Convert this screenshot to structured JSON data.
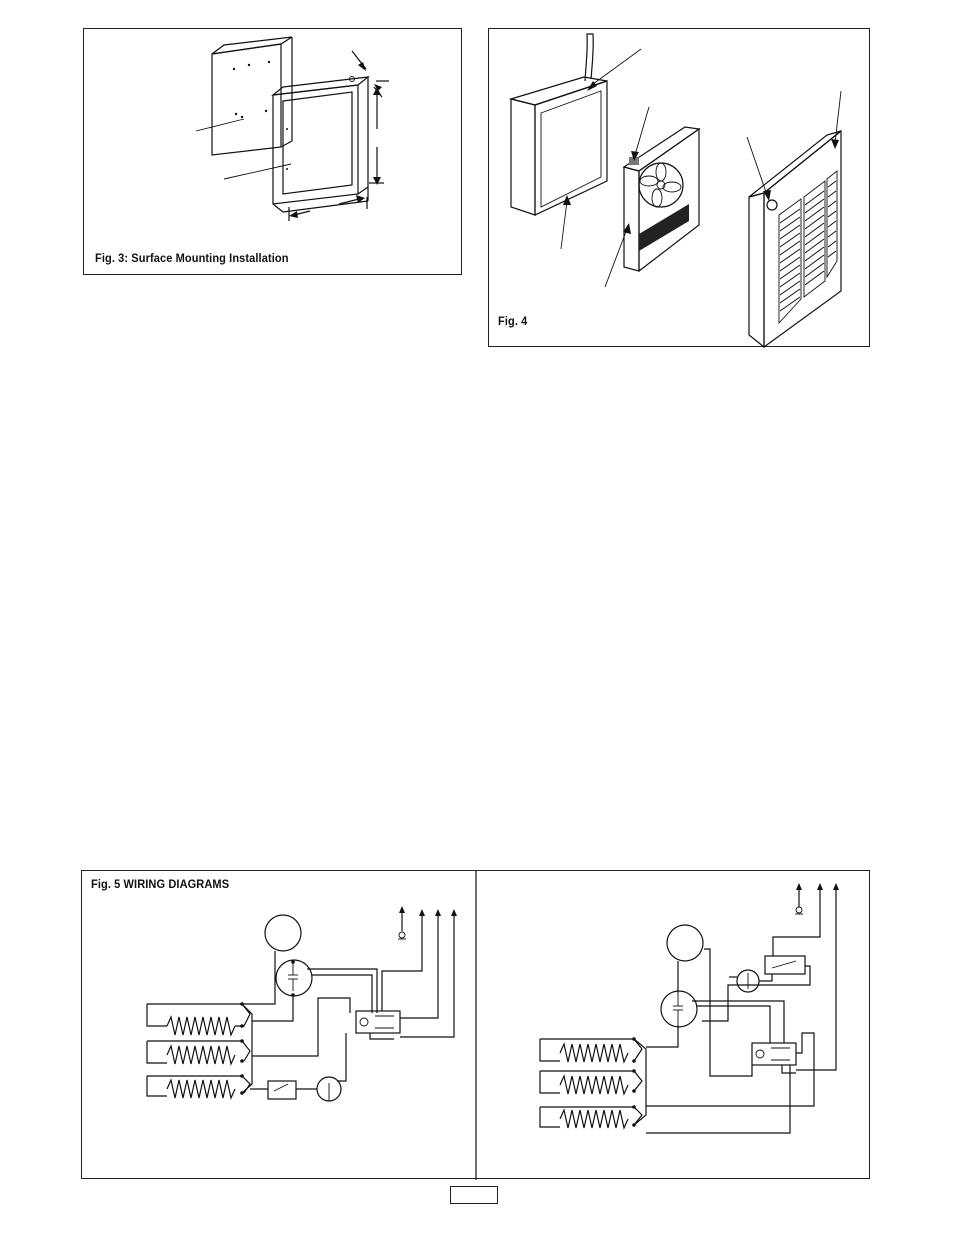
{
  "fig3": {
    "caption": "Fig. 3: Surface Mounting Installation"
  },
  "fig4": {
    "caption": "Fig. 4"
  },
  "fig5": {
    "caption": "Fig. 5 WIRING DIAGRAMS"
  },
  "colors": {
    "line": "#111111",
    "background": "#ffffff"
  }
}
